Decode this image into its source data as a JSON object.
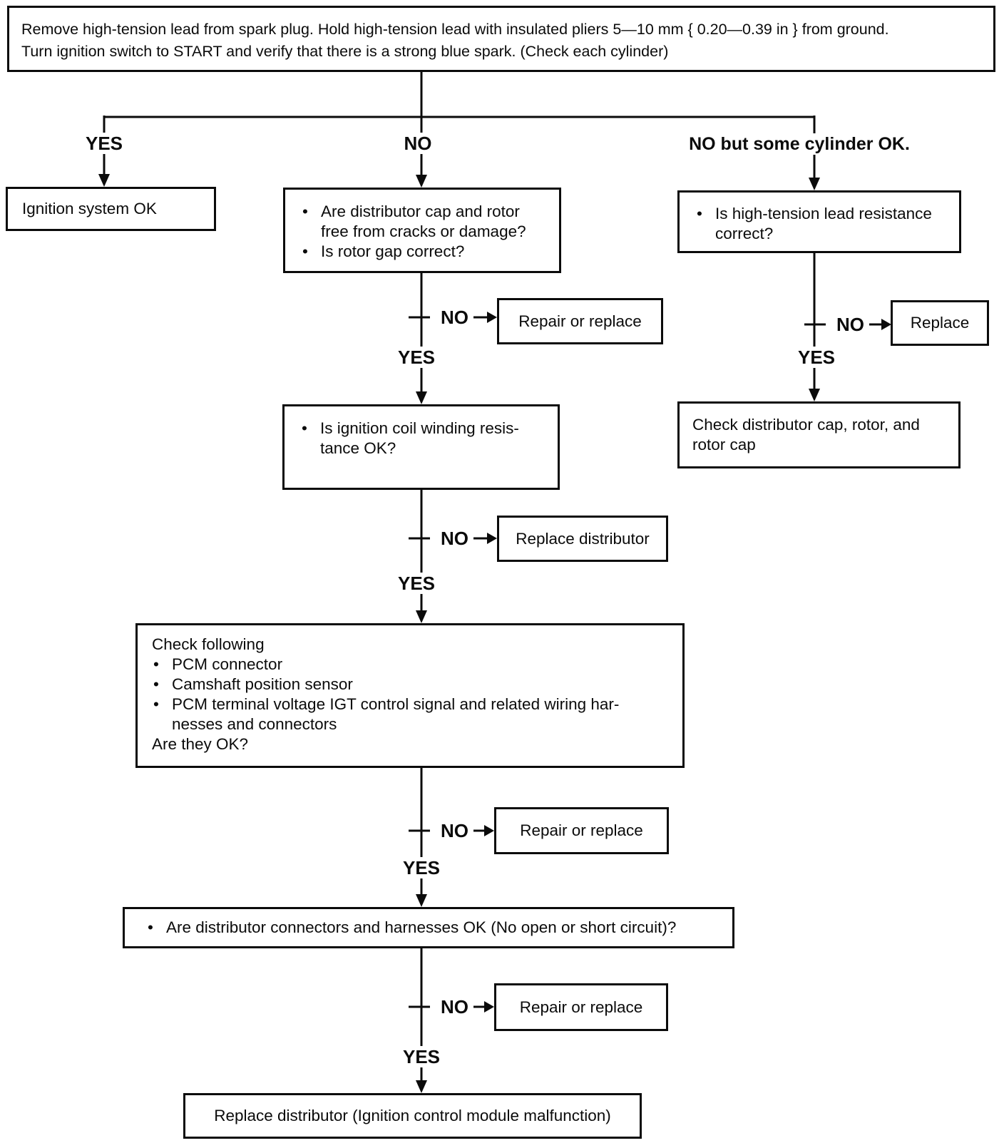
{
  "intro": {
    "line1": "Remove high-tension lead from spark plug. Hold high-tension lead with insulated pliers 5—10 mm { 0.20—0.39 in } from ground.",
    "line2": "Turn ignition switch to START and verify that there is a strong blue spark. (Check each cylinder)"
  },
  "labels": {
    "yes": "YES",
    "no": "NO",
    "no_but_some": "NO but some cylinder OK."
  },
  "glyphs": {
    "bullet": "•"
  },
  "boxes": {
    "ignition_ok": "Ignition system OK",
    "cap_rotor_line1": "Are distributor cap and rotor",
    "cap_rotor_line2": "free from cracks or damage?",
    "rotor_gap": "Is rotor gap correct?",
    "lead_res_line1": "Is high-tension lead resistance",
    "lead_res_line2": "correct?",
    "repair_or_replace": "Repair or replace",
    "replace": "Replace",
    "coil_line1": "Is ignition coil winding resis-",
    "coil_line2": "tance OK?",
    "check_dist_line1": "Check distributor cap, rotor, and",
    "check_dist_line2": "rotor cap",
    "replace_distributor": "Replace distributor",
    "check_following": "Check following",
    "item_pcm_connector": "PCM connector",
    "item_camshaft": "Camshaft position sensor",
    "item_pcm_terminal_line1": "PCM terminal voltage IGT control signal and related wiring har-",
    "item_pcm_terminal_line2": "nesses and connectors",
    "are_they_ok": "Are they OK?",
    "connectors_ok": "Are distributor connectors and harnesses OK (No open or short circuit)?",
    "final": "Replace distributor (Ignition control module malfunction)"
  }
}
